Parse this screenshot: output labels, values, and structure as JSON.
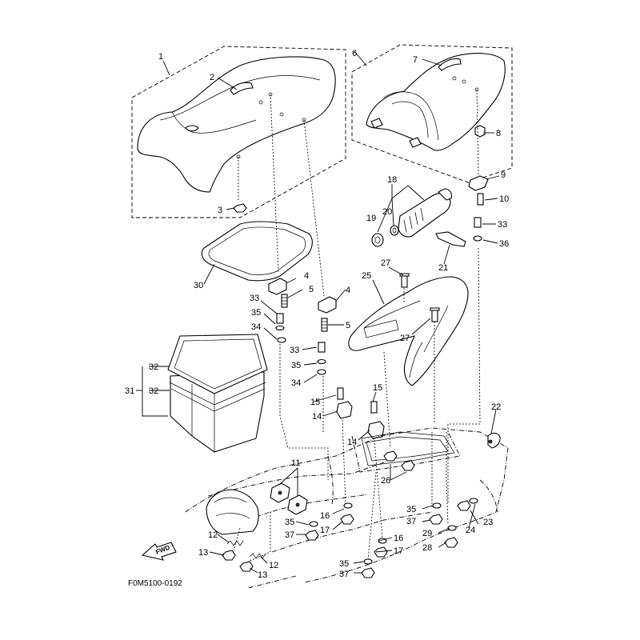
{
  "diagram": {
    "drawing_code": "F0M5100-0192",
    "direction_label": "FWD",
    "callouts": [
      {
        "id": "c1",
        "label": "1"
      },
      {
        "id": "c2",
        "label": "2"
      },
      {
        "id": "c3",
        "label": "3"
      },
      {
        "id": "c4a",
        "label": "4"
      },
      {
        "id": "c4b",
        "label": "4"
      },
      {
        "id": "c5a",
        "label": "5"
      },
      {
        "id": "c5b",
        "label": "5"
      },
      {
        "id": "c6",
        "label": "6"
      },
      {
        "id": "c7",
        "label": "7"
      },
      {
        "id": "c8",
        "label": "8"
      },
      {
        "id": "c9",
        "label": "9"
      },
      {
        "id": "c10",
        "label": "10"
      },
      {
        "id": "c11",
        "label": "11"
      },
      {
        "id": "c12a",
        "label": "12"
      },
      {
        "id": "c12b",
        "label": "12"
      },
      {
        "id": "c13a",
        "label": "13"
      },
      {
        "id": "c13b",
        "label": "13"
      },
      {
        "id": "c14a",
        "label": "14"
      },
      {
        "id": "c14b",
        "label": "14"
      },
      {
        "id": "c15a",
        "label": "15"
      },
      {
        "id": "c15b",
        "label": "15"
      },
      {
        "id": "c16a",
        "label": "16"
      },
      {
        "id": "c16b",
        "label": "16"
      },
      {
        "id": "c17a",
        "label": "17"
      },
      {
        "id": "c17b",
        "label": "17"
      },
      {
        "id": "c18",
        "label": "18"
      },
      {
        "id": "c19",
        "label": "19"
      },
      {
        "id": "c20",
        "label": "20"
      },
      {
        "id": "c21",
        "label": "21"
      },
      {
        "id": "c22",
        "label": "22"
      },
      {
        "id": "c23",
        "label": "23"
      },
      {
        "id": "c24",
        "label": "24"
      },
      {
        "id": "c25",
        "label": "25"
      },
      {
        "id": "c26",
        "label": "26"
      },
      {
        "id": "c27a",
        "label": "27"
      },
      {
        "id": "c27b",
        "label": "27"
      },
      {
        "id": "c28",
        "label": "28"
      },
      {
        "id": "c29",
        "label": "29"
      },
      {
        "id": "c30",
        "label": "30"
      },
      {
        "id": "c31",
        "label": "31"
      },
      {
        "id": "c32a",
        "label": "32"
      },
      {
        "id": "c32b",
        "label": "32"
      },
      {
        "id": "c33a",
        "label": "33"
      },
      {
        "id": "c33b",
        "label": "33"
      },
      {
        "id": "c33c",
        "label": "33"
      },
      {
        "id": "c34a",
        "label": "34"
      },
      {
        "id": "c34b",
        "label": "34"
      },
      {
        "id": "c35a",
        "label": "35"
      },
      {
        "id": "c35b",
        "label": "35"
      },
      {
        "id": "c35c",
        "label": "35"
      },
      {
        "id": "c35d",
        "label": "35"
      },
      {
        "id": "c35e",
        "label": "35"
      },
      {
        "id": "c36",
        "label": "36"
      },
      {
        "id": "c37a",
        "label": "37"
      },
      {
        "id": "c37b",
        "label": "37"
      },
      {
        "id": "c37c",
        "label": "37"
      }
    ]
  }
}
